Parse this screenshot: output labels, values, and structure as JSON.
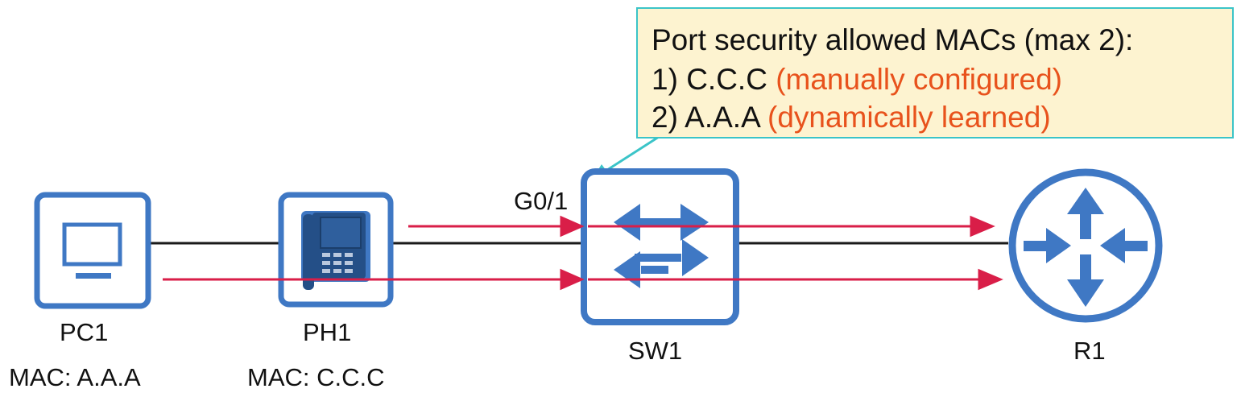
{
  "colors": {
    "device_blue": "#3f78c4",
    "arrow_red": "#d91e48",
    "link_black": "#1a1a1a",
    "callout_border": "#3bc4c8",
    "callout_fill": "#fdf3d0",
    "note_orange": "#e8521c"
  },
  "devices": {
    "pc1": {
      "name": "PC1",
      "mac": "MAC: A.A.A",
      "icon": "monitor-icon"
    },
    "ph1": {
      "name": "PH1",
      "mac": "MAC: C.C.C",
      "icon": "ip-phone-icon"
    },
    "sw1": {
      "name": "SW1",
      "icon": "switch-icon"
    },
    "r1": {
      "name": "R1",
      "icon": "router-icon"
    }
  },
  "interface_label": "G0/1",
  "callout": {
    "title": "Port security allowed MACs (max 2):",
    "entries": [
      {
        "num": "1)",
        "mac": "C.C.C",
        "note": "(manually configured)"
      },
      {
        "num": "2)",
        "mac": "A.A.A",
        "note": "(dynamically learned)"
      }
    ]
  }
}
